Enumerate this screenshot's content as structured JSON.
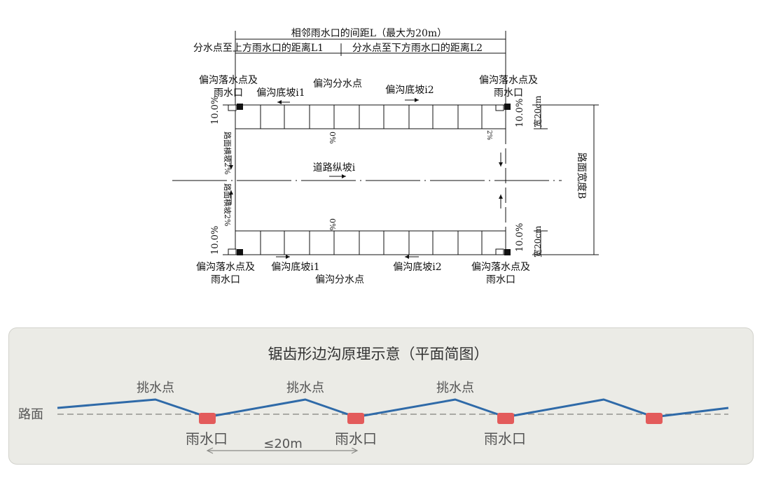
{
  "plan": {
    "top_label_L": "相邻雨水口的间距L（最大为20m）",
    "label_L1": "分水点至上方雨水口的距离L1",
    "label_L2": "分水点至下方雨水口的距离L2",
    "inlet_top_left": [
      "偏沟落水点及",
      "雨水口"
    ],
    "inlet_top_right": [
      "偏沟落水点及",
      "雨水口"
    ],
    "inlet_bottom_left": [
      "偏沟落水点及",
      "雨水口"
    ],
    "inlet_bottom_right": [
      "偏沟落水点及",
      "雨水口"
    ],
    "gutter_slope_i1_top": "偏沟底坡i1",
    "gutter_slope_i2_top": "偏沟底坡i2",
    "split_point_top": "偏沟分水点",
    "gutter_slope_i1_bottom": "偏沟底坡i1",
    "gutter_slope_i2_bottom": "偏沟底坡i2",
    "split_point_bottom": "偏沟分水点",
    "road_long_slope": "道路纵坡i",
    "road_width": "路面宽度B",
    "cross_slope_upper": "路面横坡2%",
    "cross_slope_lower": "路面横坡2%",
    "pct_left_top": "10.0%",
    "pct_left_bottom": "10.0%",
    "pct_right_top": "10.0%",
    "pct_right_bottom": "10.0%",
    "width_right_top": "宽20cm",
    "width_right_bottom": "宽20cm",
    "zero_top": "0%",
    "zero_bottom": "0%",
    "small_mark_right": "2%"
  },
  "schematic": {
    "title": "锯齿形边沟原理示意（平面简图）",
    "road_label": "路面",
    "high_point_label": "挑水点",
    "inlet_label": "雨水口",
    "spacing_label": "≤20m",
    "colors": {
      "line": "#2f6aa8",
      "inlet": "#e35b5b",
      "dash": "#a9a9a4",
      "text": "#555555"
    }
  }
}
